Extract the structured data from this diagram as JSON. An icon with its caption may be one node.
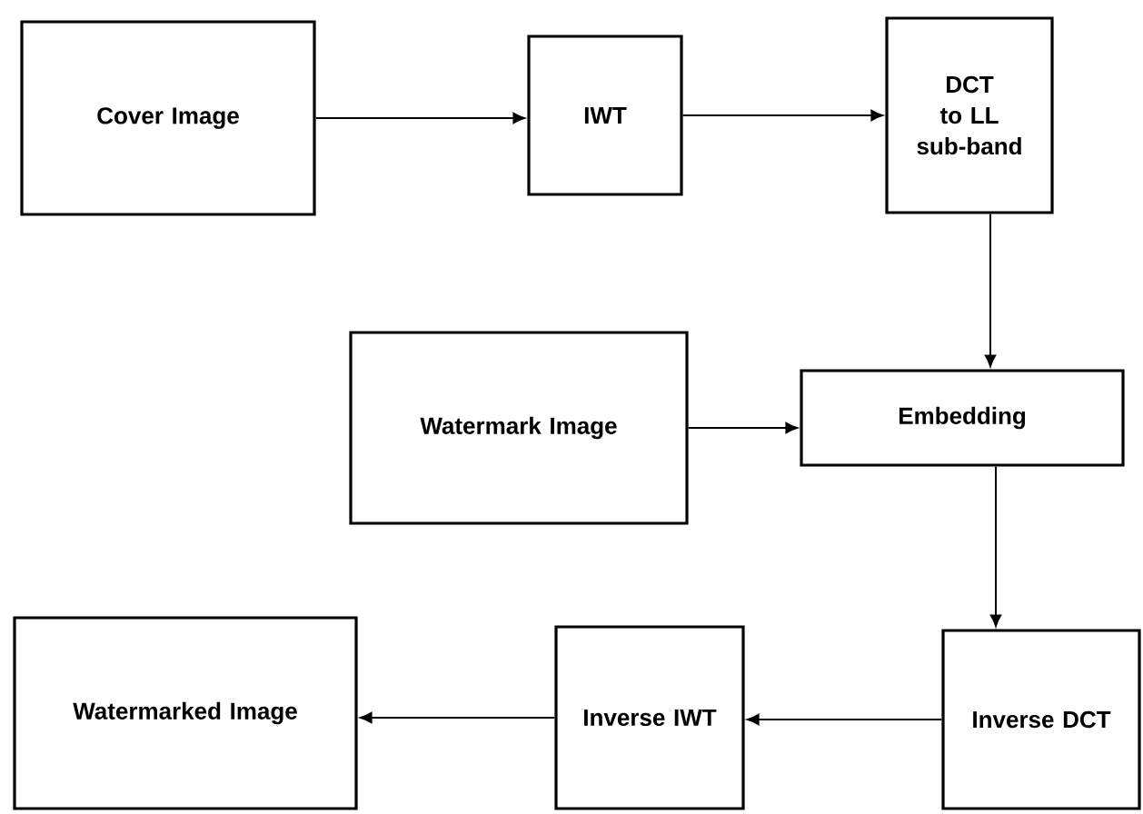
{
  "diagram": {
    "nodes": [
      {
        "text": [
          "Cover Image"
        ]
      },
      {
        "text": [
          "IWT"
        ]
      },
      {
        "text": [
          "DCT to LL sub-band"
        ]
      },
      {
        "text": [
          "Watermark Image"
        ]
      },
      {
        "text": [
          "Embedding"
        ]
      },
      {
        "text": [
          "Watermarked Image"
        ]
      },
      {
        "text": [
          "Inverse IWT"
        ]
      },
      {
        "text": [
          "Inverse DCT"
        ]
      }
    ],
    "edges": [
      {
        "from": 0,
        "to": 1,
        "arrow": "to"
      },
      {
        "from": 1,
        "to": 2,
        "arrow": "to"
      },
      {
        "from": 2,
        "to": 4,
        "arrow": "to"
      },
      {
        "from": 3,
        "to": 4,
        "arrow": "to"
      },
      {
        "from": 4,
        "to": 7,
        "arrow": "to"
      },
      {
        "from": 7,
        "to": 6,
        "arrow": "to"
      },
      {
        "from": 6,
        "to": 5,
        "arrow": "to"
      }
    ]
  }
}
